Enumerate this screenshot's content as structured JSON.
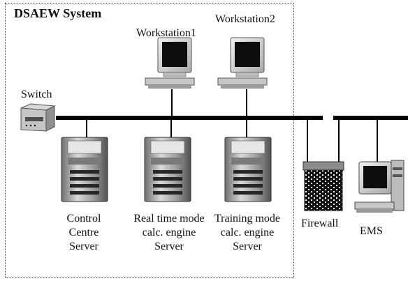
{
  "system": {
    "title": "DSAEW System"
  },
  "nodes": {
    "workstation1": {
      "label": "Workstation1"
    },
    "workstation2": {
      "label": "Workstation2"
    },
    "switch": {
      "label": "Switch"
    },
    "firewall": {
      "label": "Firewall"
    },
    "ems": {
      "label": "EMS"
    },
    "server_control": {
      "line1": "Control",
      "line2": "Centre",
      "line3": "Server"
    },
    "server_realtime": {
      "line1": "Real time mode",
      "line2": "calc. engine",
      "line3": "Server"
    },
    "server_training": {
      "line1": "Training mode",
      "line2": "calc. engine",
      "line3": "Server"
    }
  }
}
